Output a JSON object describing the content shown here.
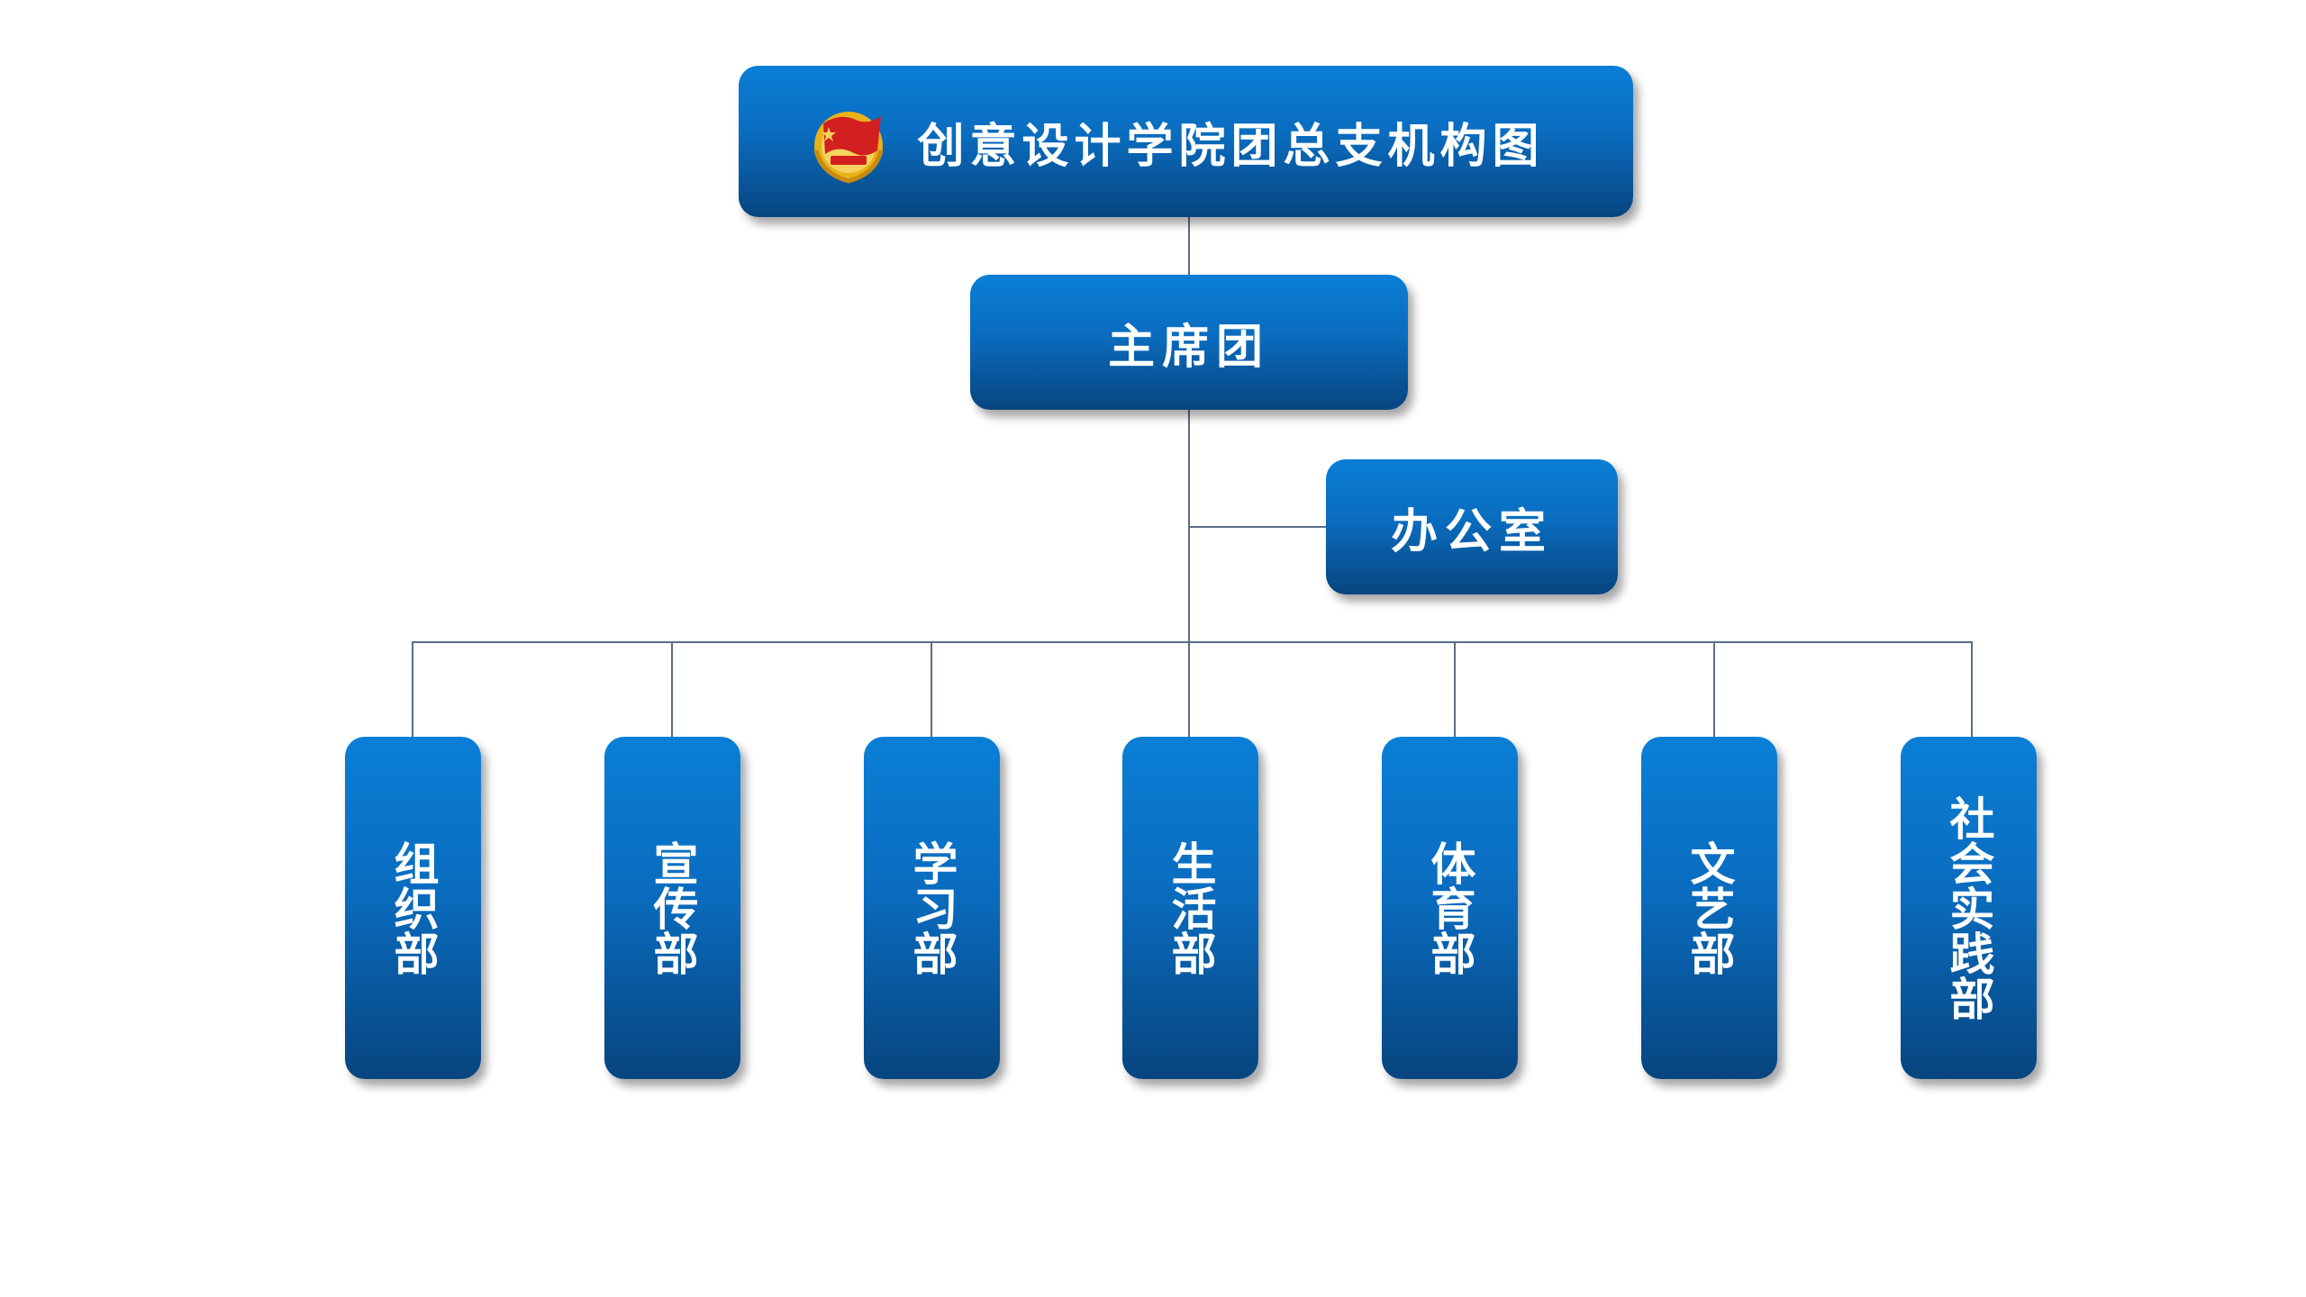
{
  "diagram": {
    "title": "创意设计学院团总支机构图",
    "level2": "主席团",
    "office": "办公室",
    "departments": [
      "组织部",
      "宣传部",
      "学习部",
      "生活部",
      "体育部",
      "文艺部",
      "社会实践部"
    ]
  },
  "colors": {
    "box_top": "#0a7fd6",
    "box_bottom": "#07457f",
    "connector": "#5a6d85",
    "text": "#ffffff",
    "badge_red": "#d21f1f",
    "badge_gold": "#e8b21a"
  },
  "icons": {
    "badge": "communist-youth-league-emblem-icon"
  }
}
